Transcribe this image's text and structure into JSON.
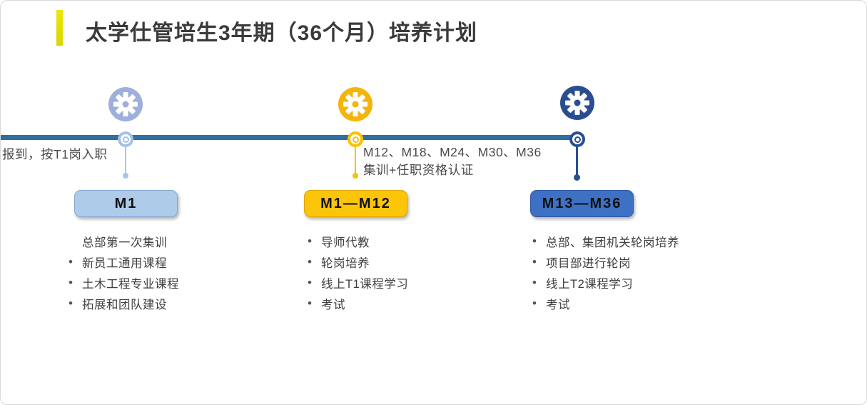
{
  "slide": {
    "title": "太学仕管培生3年期（36个月）培养计划",
    "accent_color": "#e9e70a",
    "title_color": "#3a3a3a"
  },
  "timeline": {
    "line_color": "#2e6f9f",
    "annotations": {
      "start": "报到，按T1岗入职",
      "mid_line1": "M12、M18、M24、M30、M36",
      "mid_line2": "集训+任职资格认证"
    },
    "milestones": [
      {
        "name": "phase-1",
        "icon": "gear-icon",
        "box_label": "M1",
        "colors": {
          "gear": "#9fafdc",
          "marker": "#a5c0e2",
          "drop": "#a9c4e4",
          "box_fill": "#aecbe9",
          "box_border": "#82a7d2"
        },
        "items": [
          {
            "bullet": false,
            "text": "总部第一次集训"
          },
          {
            "bullet": true,
            "text": "新员工通用课程"
          },
          {
            "bullet": true,
            "text": "土木工程专业课程"
          },
          {
            "bullet": true,
            "text": "拓展和团队建设"
          }
        ]
      },
      {
        "name": "phase-2",
        "icon": "gear-icon",
        "box_label": "M1—M12",
        "colors": {
          "gear": "#f5b409",
          "marker": "#fbbf08",
          "drop": "#fbbf08",
          "box_fill": "#fcc50a",
          "box_border": "#dca404"
        },
        "items": [
          {
            "bullet": true,
            "text": "导师代教"
          },
          {
            "bullet": true,
            "text": "轮岗培养"
          },
          {
            "bullet": true,
            "text": "线上T1课程学习"
          },
          {
            "bullet": true,
            "text": "考试"
          }
        ]
      },
      {
        "name": "phase-3",
        "icon": "gear-icon",
        "box_label": "M13—M36",
        "colors": {
          "gear": "#2a4d92",
          "marker": "#2a5093",
          "drop": "#2a5093",
          "box_fill": "#3e70c4",
          "box_border": "#2b57a5"
        },
        "items": [
          {
            "bullet": true,
            "text": "总部、集团机关轮岗培养"
          },
          {
            "bullet": true,
            "text": "项目部进行轮岗"
          },
          {
            "bullet": true,
            "text": "线上T2课程学习"
          },
          {
            "bullet": true,
            "text": "考试"
          }
        ]
      }
    ]
  }
}
